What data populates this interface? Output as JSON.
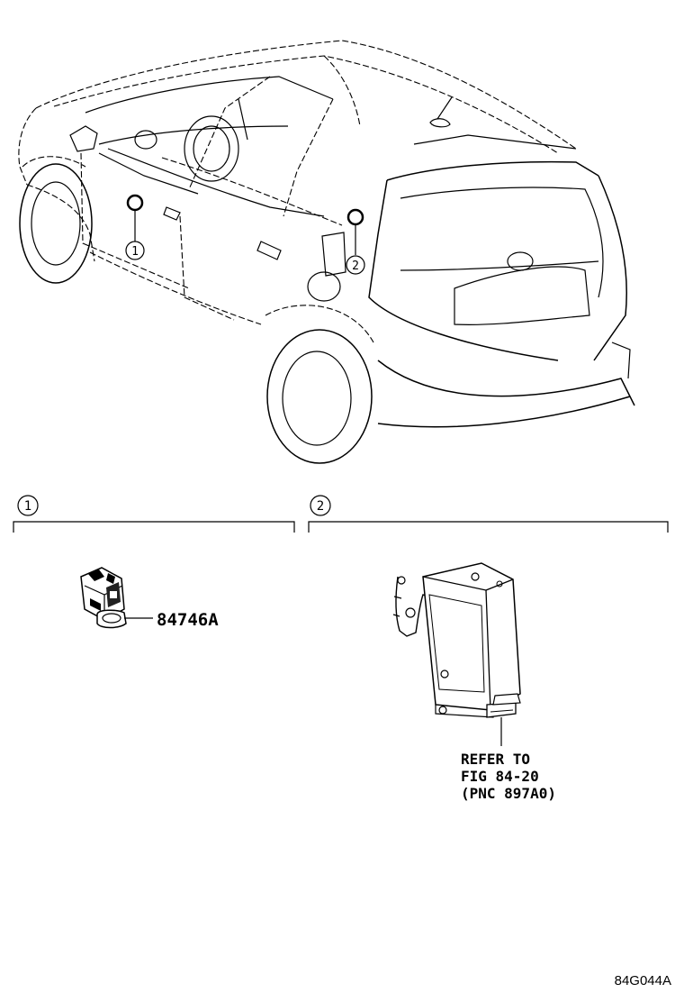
{
  "callouts": {
    "one": "1",
    "two": "2"
  },
  "sections": [
    {
      "number": "1",
      "parts": [
        {
          "part_number": "84746A"
        }
      ]
    },
    {
      "number": "2",
      "reference": {
        "line1": "REFER TO",
        "line2": "FIG 84-20",
        "line3": "(PNC 897A0)"
      }
    }
  ],
  "figure_id": "84G044A"
}
